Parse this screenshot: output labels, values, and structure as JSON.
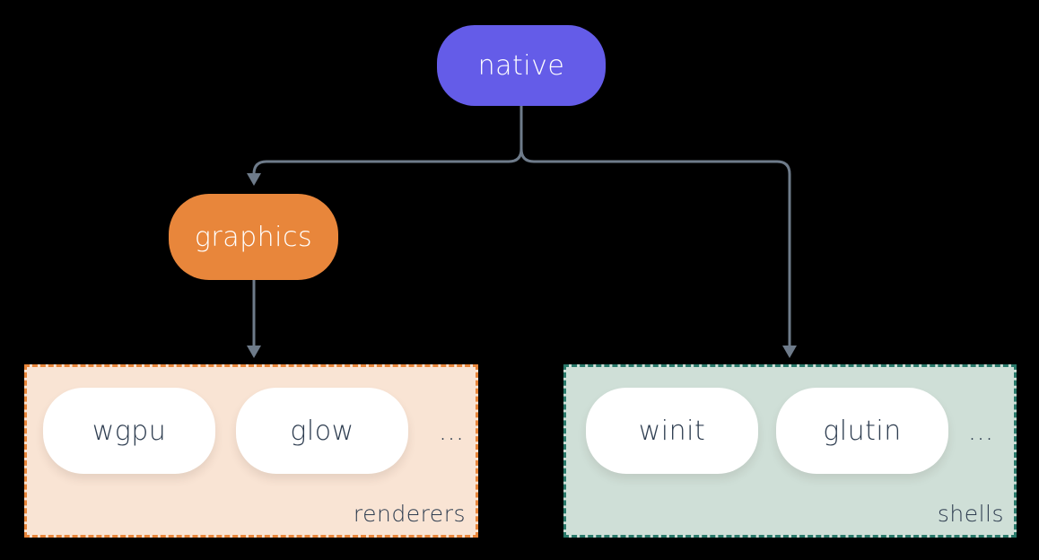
{
  "theme": {
    "bg": "#000000",
    "line": "#6E7B8A",
    "text-light": "#FFFFFF",
    "text-dark": "#2E3D50",
    "purple": "#645CE8",
    "orange": "#E8863B",
    "peach-bg": "#F9E4D4",
    "teal": "#2A7A6B",
    "sage-bg": "#CFDFD7",
    "pill-bg": "#FFFFFF"
  },
  "diagram": {
    "root": {
      "label": "native"
    },
    "graphics_node": {
      "label": "graphics"
    },
    "groups": [
      {
        "label": "renderers",
        "items": [
          "wgpu",
          "glow"
        ],
        "ellipsis": "..."
      },
      {
        "label": "shells",
        "items": [
          "winit",
          "glutin"
        ],
        "ellipsis": "..."
      }
    ]
  }
}
